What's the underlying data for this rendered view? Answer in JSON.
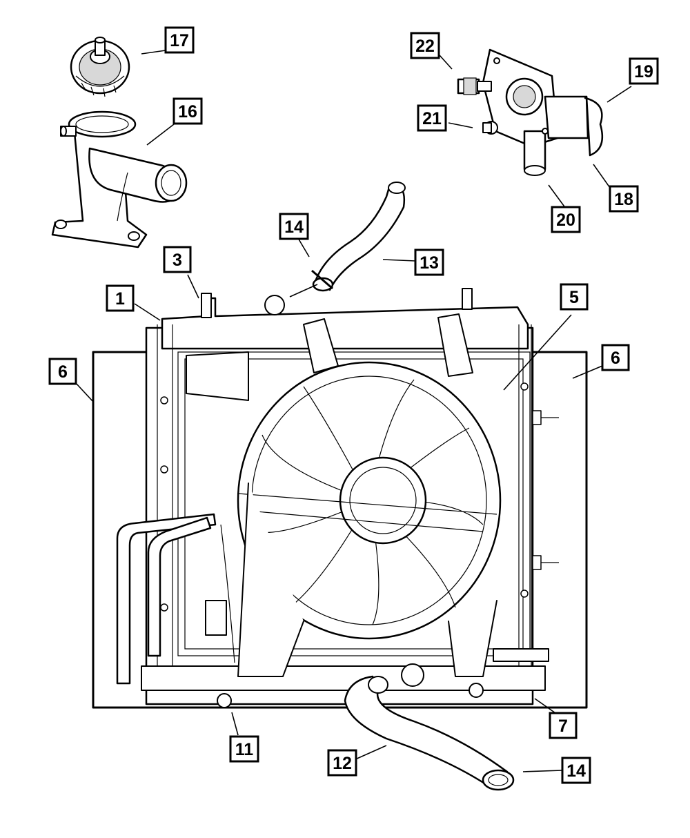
{
  "callouts": [
    {
      "id": "c17",
      "label": "17"
    },
    {
      "id": "c16",
      "label": "16"
    },
    {
      "id": "c22",
      "label": "22"
    },
    {
      "id": "c21",
      "label": "21"
    },
    {
      "id": "c19",
      "label": "19"
    },
    {
      "id": "c18",
      "label": "18"
    },
    {
      "id": "c20",
      "label": "20"
    },
    {
      "id": "c14a",
      "label": "14"
    },
    {
      "id": "c13",
      "label": "13"
    },
    {
      "id": "c3",
      "label": "3"
    },
    {
      "id": "c1",
      "label": "1"
    },
    {
      "id": "c5",
      "label": "5"
    },
    {
      "id": "c6a",
      "label": "6"
    },
    {
      "id": "c6b",
      "label": "6"
    },
    {
      "id": "c7",
      "label": "7"
    },
    {
      "id": "c11",
      "label": "11"
    },
    {
      "id": "c12",
      "label": "12"
    },
    {
      "id": "c14b",
      "label": "14"
    }
  ]
}
